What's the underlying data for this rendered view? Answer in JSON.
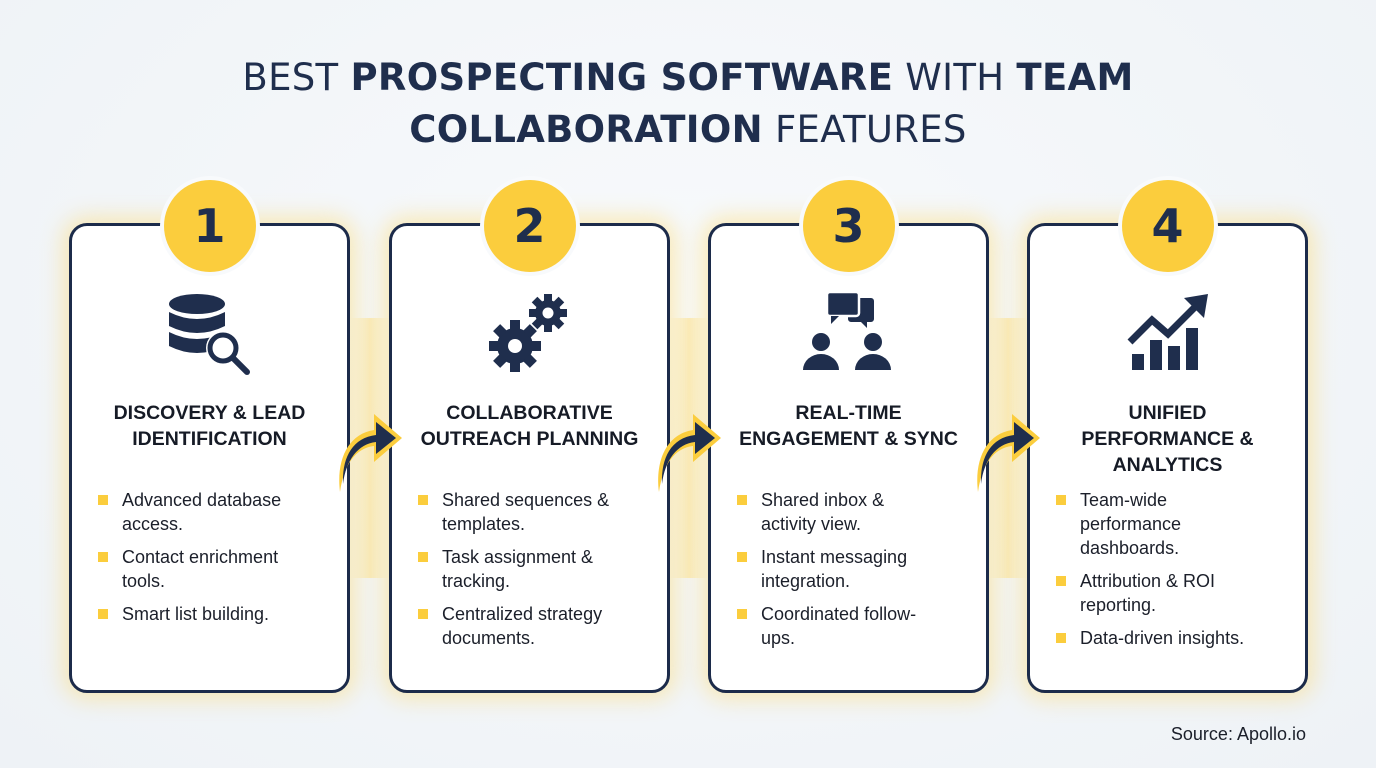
{
  "header": {
    "title_parts": [
      {
        "text": "BEST ",
        "weight": "light"
      },
      {
        "text": "PROSPECTING SOFTWARE",
        "weight": "bold"
      },
      {
        "text": " WITH ",
        "weight": "light"
      },
      {
        "text": "TEAM",
        "weight": "bold"
      },
      {
        "text": "COLLABORATION",
        "weight": "bold"
      },
      {
        "text": " FEATURES",
        "weight": "light"
      }
    ],
    "title_line1_a": "BEST ",
    "title_line1_b": "PROSPECTING SOFTWARE",
    "title_line1_c": " WITH ",
    "title_line1_d": "TEAM",
    "title_line2_a": "COLLABORATION",
    "title_line2_b": " FEATURES"
  },
  "colors": {
    "navy": "#1c2b4a",
    "yellow": "#fbcd3d",
    "background": "#f3f6f9",
    "card": "#ffffff"
  },
  "steps": [
    {
      "number": "1",
      "icon": "database-search-icon",
      "title": "DISCOVERY & LEAD\nIDENTIFICATION",
      "bullets": [
        "Advanced database\naccess.",
        "Contact enrichment\ntools.",
        "Smart list building."
      ]
    },
    {
      "number": "2",
      "icon": "gears-icon",
      "title": "COLLABORATIVE\nOUTREACH PLANNING",
      "bullets": [
        "Shared sequences &\ntemplates.",
        "Task assignment &\ntracking.",
        "Centralized strategy\ndocuments."
      ]
    },
    {
      "number": "3",
      "icon": "team-chat-icon",
      "title": "REAL-TIME\nENGAGEMENT & SYNC",
      "bullets": [
        "Shared inbox &\nactivity view.",
        "Instant messaging\nintegration.",
        "Coordinated follow-\nups."
      ]
    },
    {
      "number": "4",
      "icon": "growth-chart-icon",
      "title": "UNIFIED\nPERFORMANCE &\nANALYTICS",
      "bullets": [
        "Team-wide\nperformance\ndashboards.",
        "Attribution & ROI\nreporting.",
        "Data-driven insights."
      ]
    }
  ],
  "connectors": [
    "curved-arrow-icon",
    "curved-arrow-icon",
    "curved-arrow-icon"
  ],
  "footer": {
    "source": "Source: Apollo.io"
  }
}
